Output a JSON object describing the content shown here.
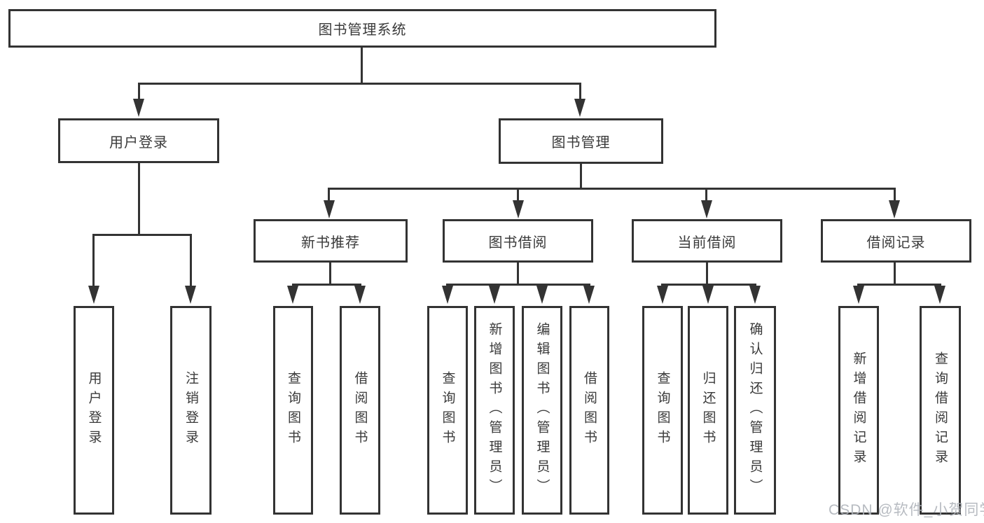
{
  "nodes": {
    "root": "图书管理系统",
    "branch_left": "用户登录",
    "branch_right": "图书管理",
    "groups": [
      "新书推荐",
      "图书借阅",
      "当前借阅",
      "借阅记录"
    ],
    "leaves_login": [
      "用户登录",
      "注销登录"
    ],
    "leaves_new": [
      "查询图书",
      "借阅图书"
    ],
    "leaves_borrow": [
      "查询图书",
      "新增图书（管理员）",
      "编辑图书（管理员）",
      "借阅图书"
    ],
    "leaves_current": [
      "查询图书",
      "归还图书",
      "确认归还（管理员）"
    ],
    "leaves_record": [
      "新增借阅记录",
      "查询借阅记录"
    ]
  },
  "watermark": "CSDN @软件_小贺同学",
  "colors": {
    "line": "#333333",
    "box_background": "#ffffff",
    "text": "#3a3a3a",
    "watermark": "#b0b5bb"
  }
}
